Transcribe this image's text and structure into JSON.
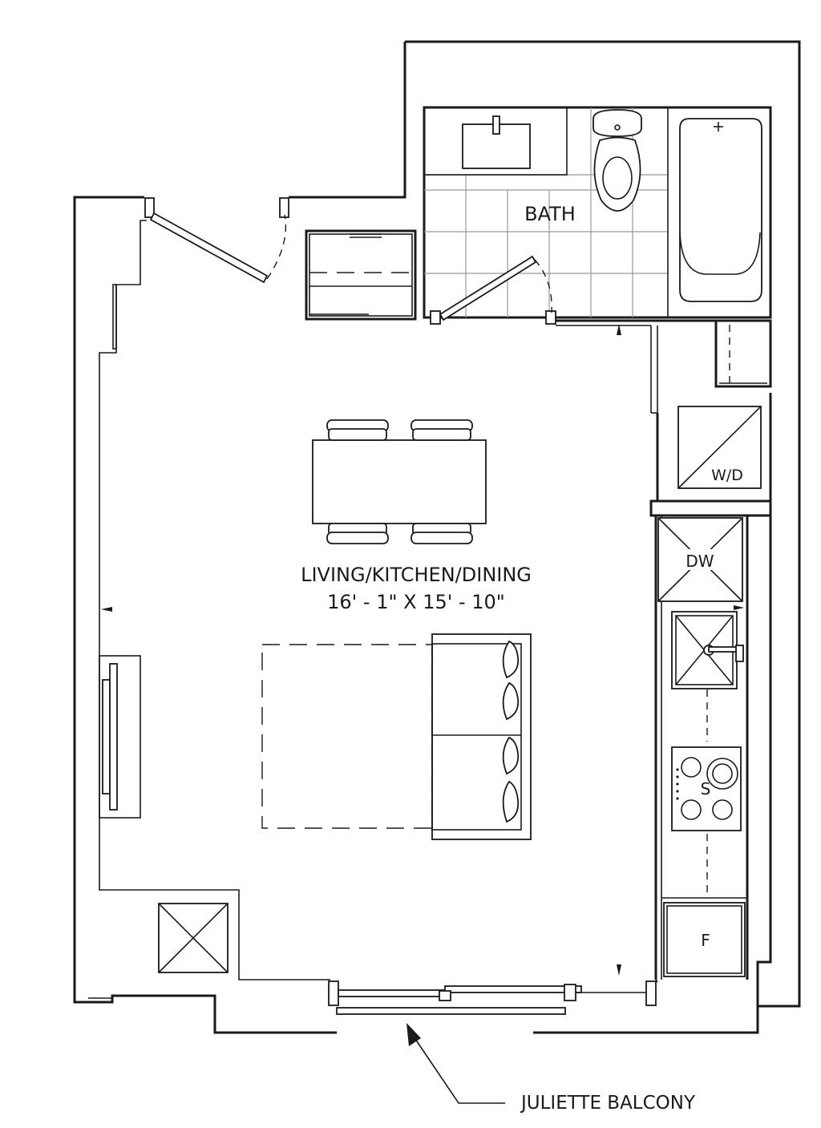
{
  "rooms": {
    "bath": "BATH",
    "living": "LIVING/KITCHEN/DINING",
    "living_dimensions": "16' - 1\" X 15' - 10\""
  },
  "appliances": {
    "washer_dryer": "W/D",
    "dishwasher": "DW",
    "stove": "S",
    "fridge": "F"
  },
  "callouts": {
    "balcony": "JULIETTE BALCONY"
  }
}
